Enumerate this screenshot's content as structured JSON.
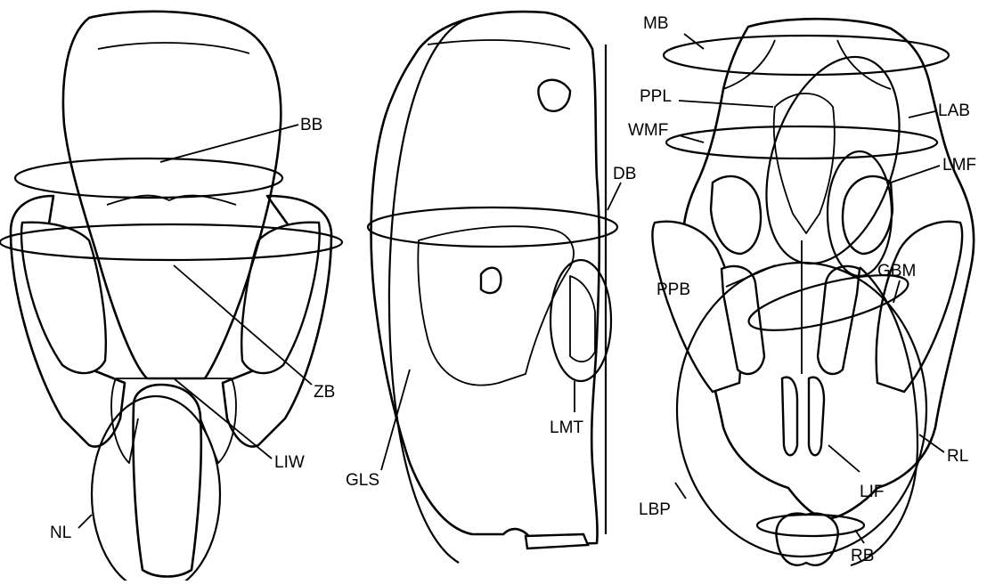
{
  "figure": {
    "views": [
      "dorsal",
      "lateral",
      "ventral"
    ],
    "labels": {
      "BB": "BB",
      "ZB": "ZB",
      "LIW": "LIW",
      "NL": "NL",
      "GLS": "GLS",
      "LMT": "LMT",
      "DB": "DB",
      "MB": "MB",
      "PPL": "PPL",
      "WMF": "WMF",
      "LAB": "LAB",
      "LMF": "LMF",
      "GBM": "GBM",
      "PPB": "PPB",
      "RL": "RL",
      "LIF": "LIF",
      "LBP": "LBP",
      "RB": "RB"
    }
  }
}
